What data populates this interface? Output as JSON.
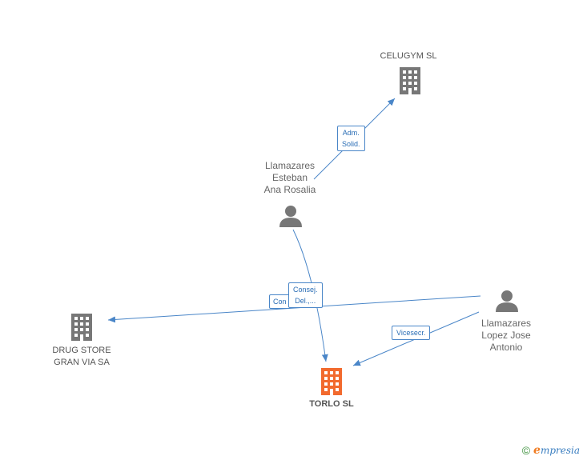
{
  "nodes": {
    "celugym": {
      "label": "CELUGYM SL",
      "icon": "building-icon",
      "color": "#777777"
    },
    "llamazares_esteban": {
      "label_lines": [
        "Llamazares",
        "Esteban",
        "Ana Rosalia"
      ],
      "icon": "person-icon",
      "color": "#777777"
    },
    "drug_store": {
      "label_lines": [
        "DRUG STORE",
        "GRAN VIA SA"
      ],
      "icon": "building-icon",
      "color": "#777777"
    },
    "torlo": {
      "label": "TORLO SL",
      "icon": "building-icon",
      "color": "#f26a2e"
    },
    "llamazares_lopez": {
      "label_lines": [
        "Llamazares",
        "Lopez Jose",
        "Antonio"
      ],
      "icon": "person-icon",
      "color": "#777777"
    }
  },
  "edges": {
    "adm_solid": {
      "lines": [
        "Adm.",
        "Solid."
      ]
    },
    "consej_del": {
      "lines": [
        "Consej.",
        "Del.,..."
      ]
    },
    "con": {
      "label": "Con"
    },
    "vicesecr": {
      "label": "Vicesecr."
    }
  },
  "colors": {
    "edge": "#4a86c8",
    "edge_text": "#2a6db5"
  },
  "footer": {
    "copyright": "©",
    "brand_initial": "e",
    "brand_rest": "mpresia"
  }
}
